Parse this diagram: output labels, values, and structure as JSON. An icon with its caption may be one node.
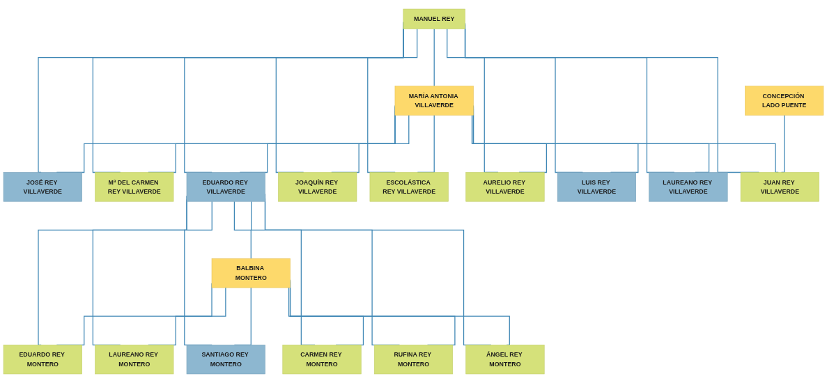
{
  "diagram": {
    "nodes": [
      {
        "text": [
          "MANUEL REY"
        ]
      },
      {
        "text": [
          "MARÍA ANTONIA VILLAVERDE"
        ]
      },
      {
        "text": [
          "JOSÉ REY VILLAVERDE"
        ]
      },
      {
        "text": [
          "Mª DEL CARMEN REY VILLAVERDE"
        ]
      },
      {
        "text": [
          "EDUARDO REY VILLAVERDE"
        ]
      },
      {
        "text": [
          "JOAQUÍN REY VILLAVERDE"
        ]
      },
      {
        "text": [
          "ESCOLÁSTICA REY VILLAVERDE"
        ]
      },
      {
        "text": [
          "AURELIO REY VILLAVERDE"
        ]
      },
      {
        "text": [
          "LUIS REY VILLAVERDE"
        ]
      },
      {
        "text": [
          "LAUREANO REY VILLAVERDE"
        ]
      },
      {
        "text": [
          "JUAN REY VILLAVERDE"
        ]
      },
      {
        "text": [
          "BALBINA MONTERO"
        ]
      },
      {
        "text": [
          "CONCEPCIÓN LADO PUENTE"
        ]
      },
      {
        "text": [
          "EDUARDO REY MONTERO"
        ]
      },
      {
        "text": [
          "LAUREANO REY MONTERO"
        ]
      },
      {
        "text": [
          "SANTIAGO REY MONTERO"
        ]
      },
      {
        "text": [
          "CARMEN REY MONTERO"
        ]
      },
      {
        "text": [
          "RUFINA REY MONTERO"
        ]
      },
      {
        "text": [
          "ÁNGEL REY MONTERO"
        ]
      }
    ],
    "edges": [
      {
        "from": 0,
        "to": 1,
        "arrow": "none"
      },
      {
        "from": 0,
        "to": 2,
        "arrow": "none"
      },
      {
        "from": 1,
        "to": 2,
        "arrow": "none"
      },
      {
        "from": 0,
        "to": 3,
        "arrow": "none"
      },
      {
        "from": 1,
        "to": 3,
        "arrow": "none"
      },
      {
        "from": 0,
        "to": 4,
        "arrow": "none"
      },
      {
        "from": 1,
        "to": 4,
        "arrow": "none"
      },
      {
        "from": 0,
        "to": 5,
        "arrow": "none"
      },
      {
        "from": 1,
        "to": 5,
        "arrow": "none"
      },
      {
        "from": 0,
        "to": 6,
        "arrow": "none"
      },
      {
        "from": 1,
        "to": 6,
        "arrow": "none"
      },
      {
        "from": 0,
        "to": 7,
        "arrow": "none"
      },
      {
        "from": 1,
        "to": 7,
        "arrow": "none"
      },
      {
        "from": 0,
        "to": 8,
        "arrow": "none"
      },
      {
        "from": 1,
        "to": 8,
        "arrow": "none"
      },
      {
        "from": 0,
        "to": 9,
        "arrow": "none"
      },
      {
        "from": 1,
        "to": 9,
        "arrow": "none"
      },
      {
        "from": 0,
        "to": 10,
        "arrow": "none"
      },
      {
        "from": 1,
        "to": 10,
        "arrow": "none"
      },
      {
        "from": 4,
        "to": 11,
        "arrow": "none"
      },
      {
        "from": 12,
        "to": 10,
        "arrow": "none"
      },
      {
        "from": 4,
        "to": 13,
        "arrow": "none"
      },
      {
        "from": 11,
        "to": 13,
        "arrow": "none"
      },
      {
        "from": 4,
        "to": 14,
        "arrow": "none"
      },
      {
        "from": 11,
        "to": 14,
        "arrow": "none"
      },
      {
        "from": 4,
        "to": 15,
        "arrow": "none"
      },
      {
        "from": 11,
        "to": 15,
        "arrow": "none"
      },
      {
        "from": 4,
        "to": 16,
        "arrow": "none"
      },
      {
        "from": 11,
        "to": 16,
        "arrow": "none"
      },
      {
        "from": 4,
        "to": 17,
        "arrow": "none"
      },
      {
        "from": 11,
        "to": 17,
        "arrow": "none"
      },
      {
        "from": 4,
        "to": 18,
        "arrow": "none"
      },
      {
        "from": 11,
        "to": 18,
        "arrow": "none"
      }
    ]
  }
}
